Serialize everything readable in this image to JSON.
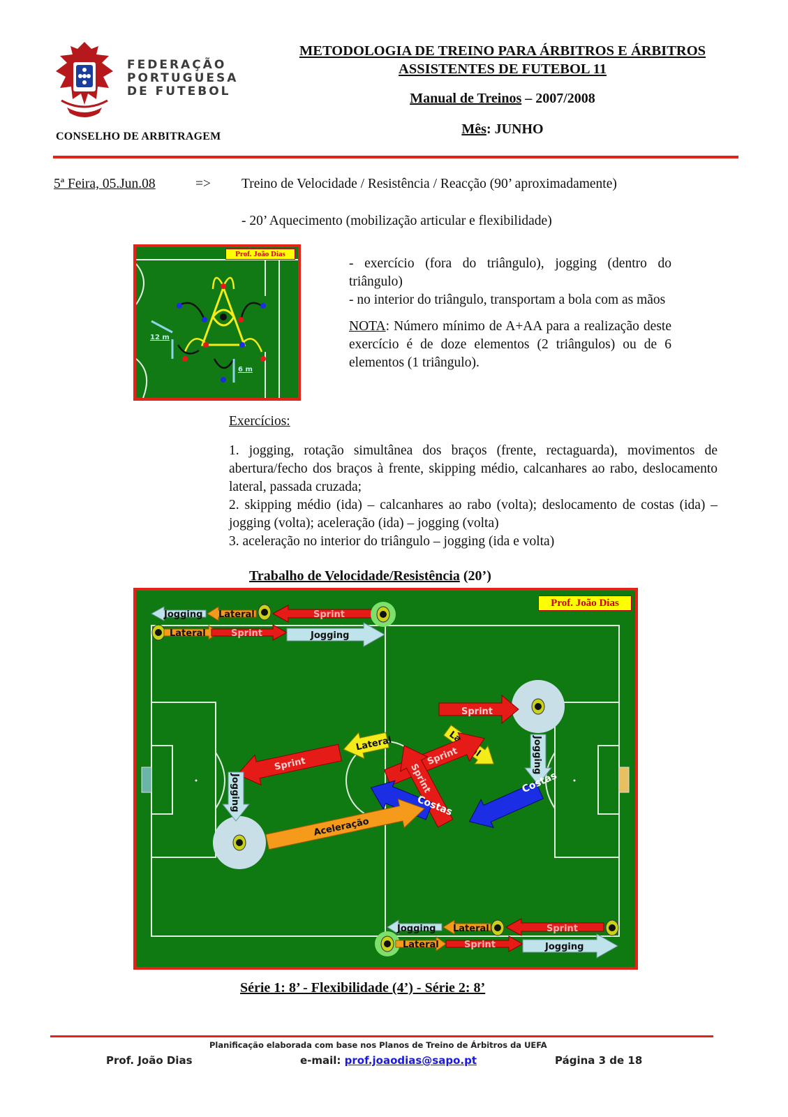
{
  "header": {
    "org_lines": [
      "FEDERAÇÃO",
      "PORTUGUESA",
      "DE FUTEBOL"
    ],
    "council": "CONSELHO DE ARBITRAGEM",
    "title_line1": "METODOLOGIA DE TREINO PARA ÁRBITROS E ÁRBITROS",
    "title_line2": "ASSISTENTES DE FUTEBOL 11",
    "manual_label": "Manual de Treinos",
    "manual_year": " – 2007/2008",
    "month_label": "Mês",
    "month_value": ": JUNHO"
  },
  "session": {
    "date": "5ª Feira, 05.Jun.08",
    "arrow": "=>",
    "description": "Treino de Velocidade / Resistência / Reacção (90’ aproximadamente)",
    "warmup": "- 20’ Aquecimento (mobilização articular e flexibilidade)"
  },
  "small_diagram": {
    "prof_tag": "Prof.  João Dias",
    "label_12m": "12 m",
    "label_6m": "6 m"
  },
  "notes": {
    "line1": "- exercício (fora do triângulo), jogging (dentro do triângulo)",
    "line2": "- no interior do triângulo, transportam a bola com as mãos",
    "nota_label": "NOTA",
    "nota_text": ": Número mínimo de A+AA para a realização deste exercício é de doze elementos (2 triângulos) ou de 6 elementos (1 triângulo)."
  },
  "exercises": {
    "heading": "Exercícios:",
    "items": [
      "1. jogging, rotação simultânea dos braços (frente, rectaguarda), movimentos de abertura/fecho dos braços à frente, skipping médio, calcanhares ao rabo, deslocamento lateral, passada cruzada;",
      "2. skipping médio (ida) – calcanhares ao rabo (volta); deslocamento de costas (ida) – jogging (volta); aceleração (ida) – jogging (volta)",
      "3. aceleração no interior do triângulo – jogging (ida e volta)"
    ]
  },
  "big_diagram": {
    "title_underlined": "Trabalho de Velocidade/Resistência",
    "title_rest": " (20’)",
    "prof_tag": "Prof.  João Dias",
    "labels": {
      "jogging": "Jogging",
      "lateral": "Lateral",
      "sprint": "Sprint",
      "costas": "Costas",
      "aceleracao": "Aceleração"
    },
    "colors": {
      "jogging": "#bfe3ea",
      "lateral_orange": "#f59a1b",
      "lateral_yellow": "#f3ec1a",
      "sprint": "#e41b17",
      "costas": "#1b2ee4",
      "aceleracao": "#f59a1b"
    },
    "series_caption": "Série 1: 8’  -  Flexibilidade (4’)  -  Série 2: 8’"
  },
  "footer": {
    "based_on": "Planificação elaborada com base nos Planos de Treino de Árbitros da UEFA",
    "author": "Prof. João Dias",
    "email_label": "e-mail: ",
    "email": "prof.joaodias@sapo.pt",
    "page": "Página 3 de 18"
  }
}
